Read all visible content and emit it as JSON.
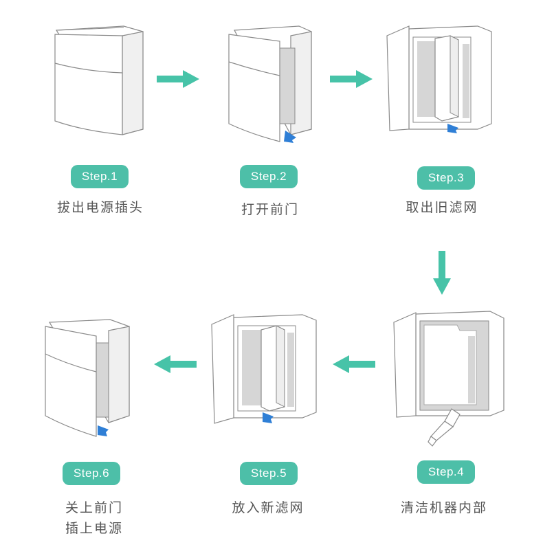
{
  "colors": {
    "accent": "#4dbfa8",
    "arrow": "#47c3a8",
    "cue": "#2f7fd6",
    "outline": "#8a8a8a",
    "inner": "#d6d6d6"
  },
  "steps": [
    {
      "badge": "Step.1",
      "caption": [
        "拔出电源插头"
      ]
    },
    {
      "badge": "Step.2",
      "caption": [
        "打开前门"
      ]
    },
    {
      "badge": "Step.3",
      "caption": [
        "取出旧滤网"
      ]
    },
    {
      "badge": "Step.4",
      "caption": [
        "清洁机器内部"
      ]
    },
    {
      "badge": "Step.5",
      "caption": [
        "放入新滤网"
      ]
    },
    {
      "badge": "Step.6",
      "caption": [
        "关上前门",
        "插上电源"
      ]
    }
  ]
}
